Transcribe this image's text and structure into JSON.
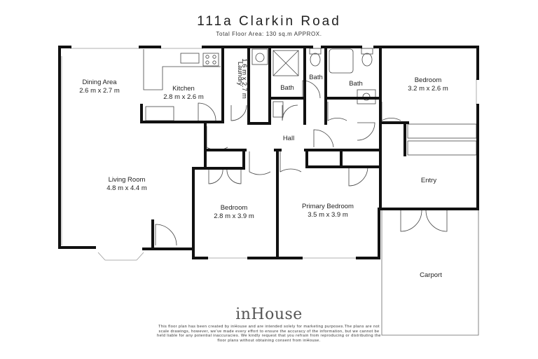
{
  "header": {
    "title": "111a Clarkin Road",
    "subtitle": "Total Floor Area: 130 sq.m APPROX."
  },
  "rooms": {
    "dining": {
      "name": "Dining Area",
      "dims": "2.6 m x 2.7 m"
    },
    "kitchen": {
      "name": "Kitchen",
      "dims": "2.8 m x 2.6 m"
    },
    "laundry": {
      "name": "Laundry",
      "dims": "1.6 m x 2.7 m"
    },
    "bath_left": {
      "name": "Bath"
    },
    "bath_mid": {
      "name": "Bath"
    },
    "bath_right": {
      "name": "Bath"
    },
    "bedroom_ne": {
      "name": "Bedroom",
      "dims": "3.2 m x 2.6 m"
    },
    "hall": {
      "name": "Hall"
    },
    "living": {
      "name": "Living Room",
      "dims": "4.8 m x 4.4 m"
    },
    "bedroom": {
      "name": "Bedroom",
      "dims": "2.8 m x 3.9 m"
    },
    "primary": {
      "name": "Primary Bedroom",
      "dims": "3.5 m x 3.9 m"
    },
    "entry": {
      "name": "Entry"
    },
    "carport": {
      "name": "Carport"
    }
  },
  "brand": "inHouse",
  "disclaimer": "This floor plan has been created by inHouse and are intended solely for marketing purposes.The plans are not scale drawings, however, we've made every effort to ensure the accuracy of the information, but we cannot be held liable for any potential inaccuracies. We kindly request that you refrain from reproducing or distributing the floor plans without obtaining consent from inHouse.",
  "colors": {
    "wall": "#111111",
    "line": "#444444",
    "window": "#9a9a9a"
  }
}
